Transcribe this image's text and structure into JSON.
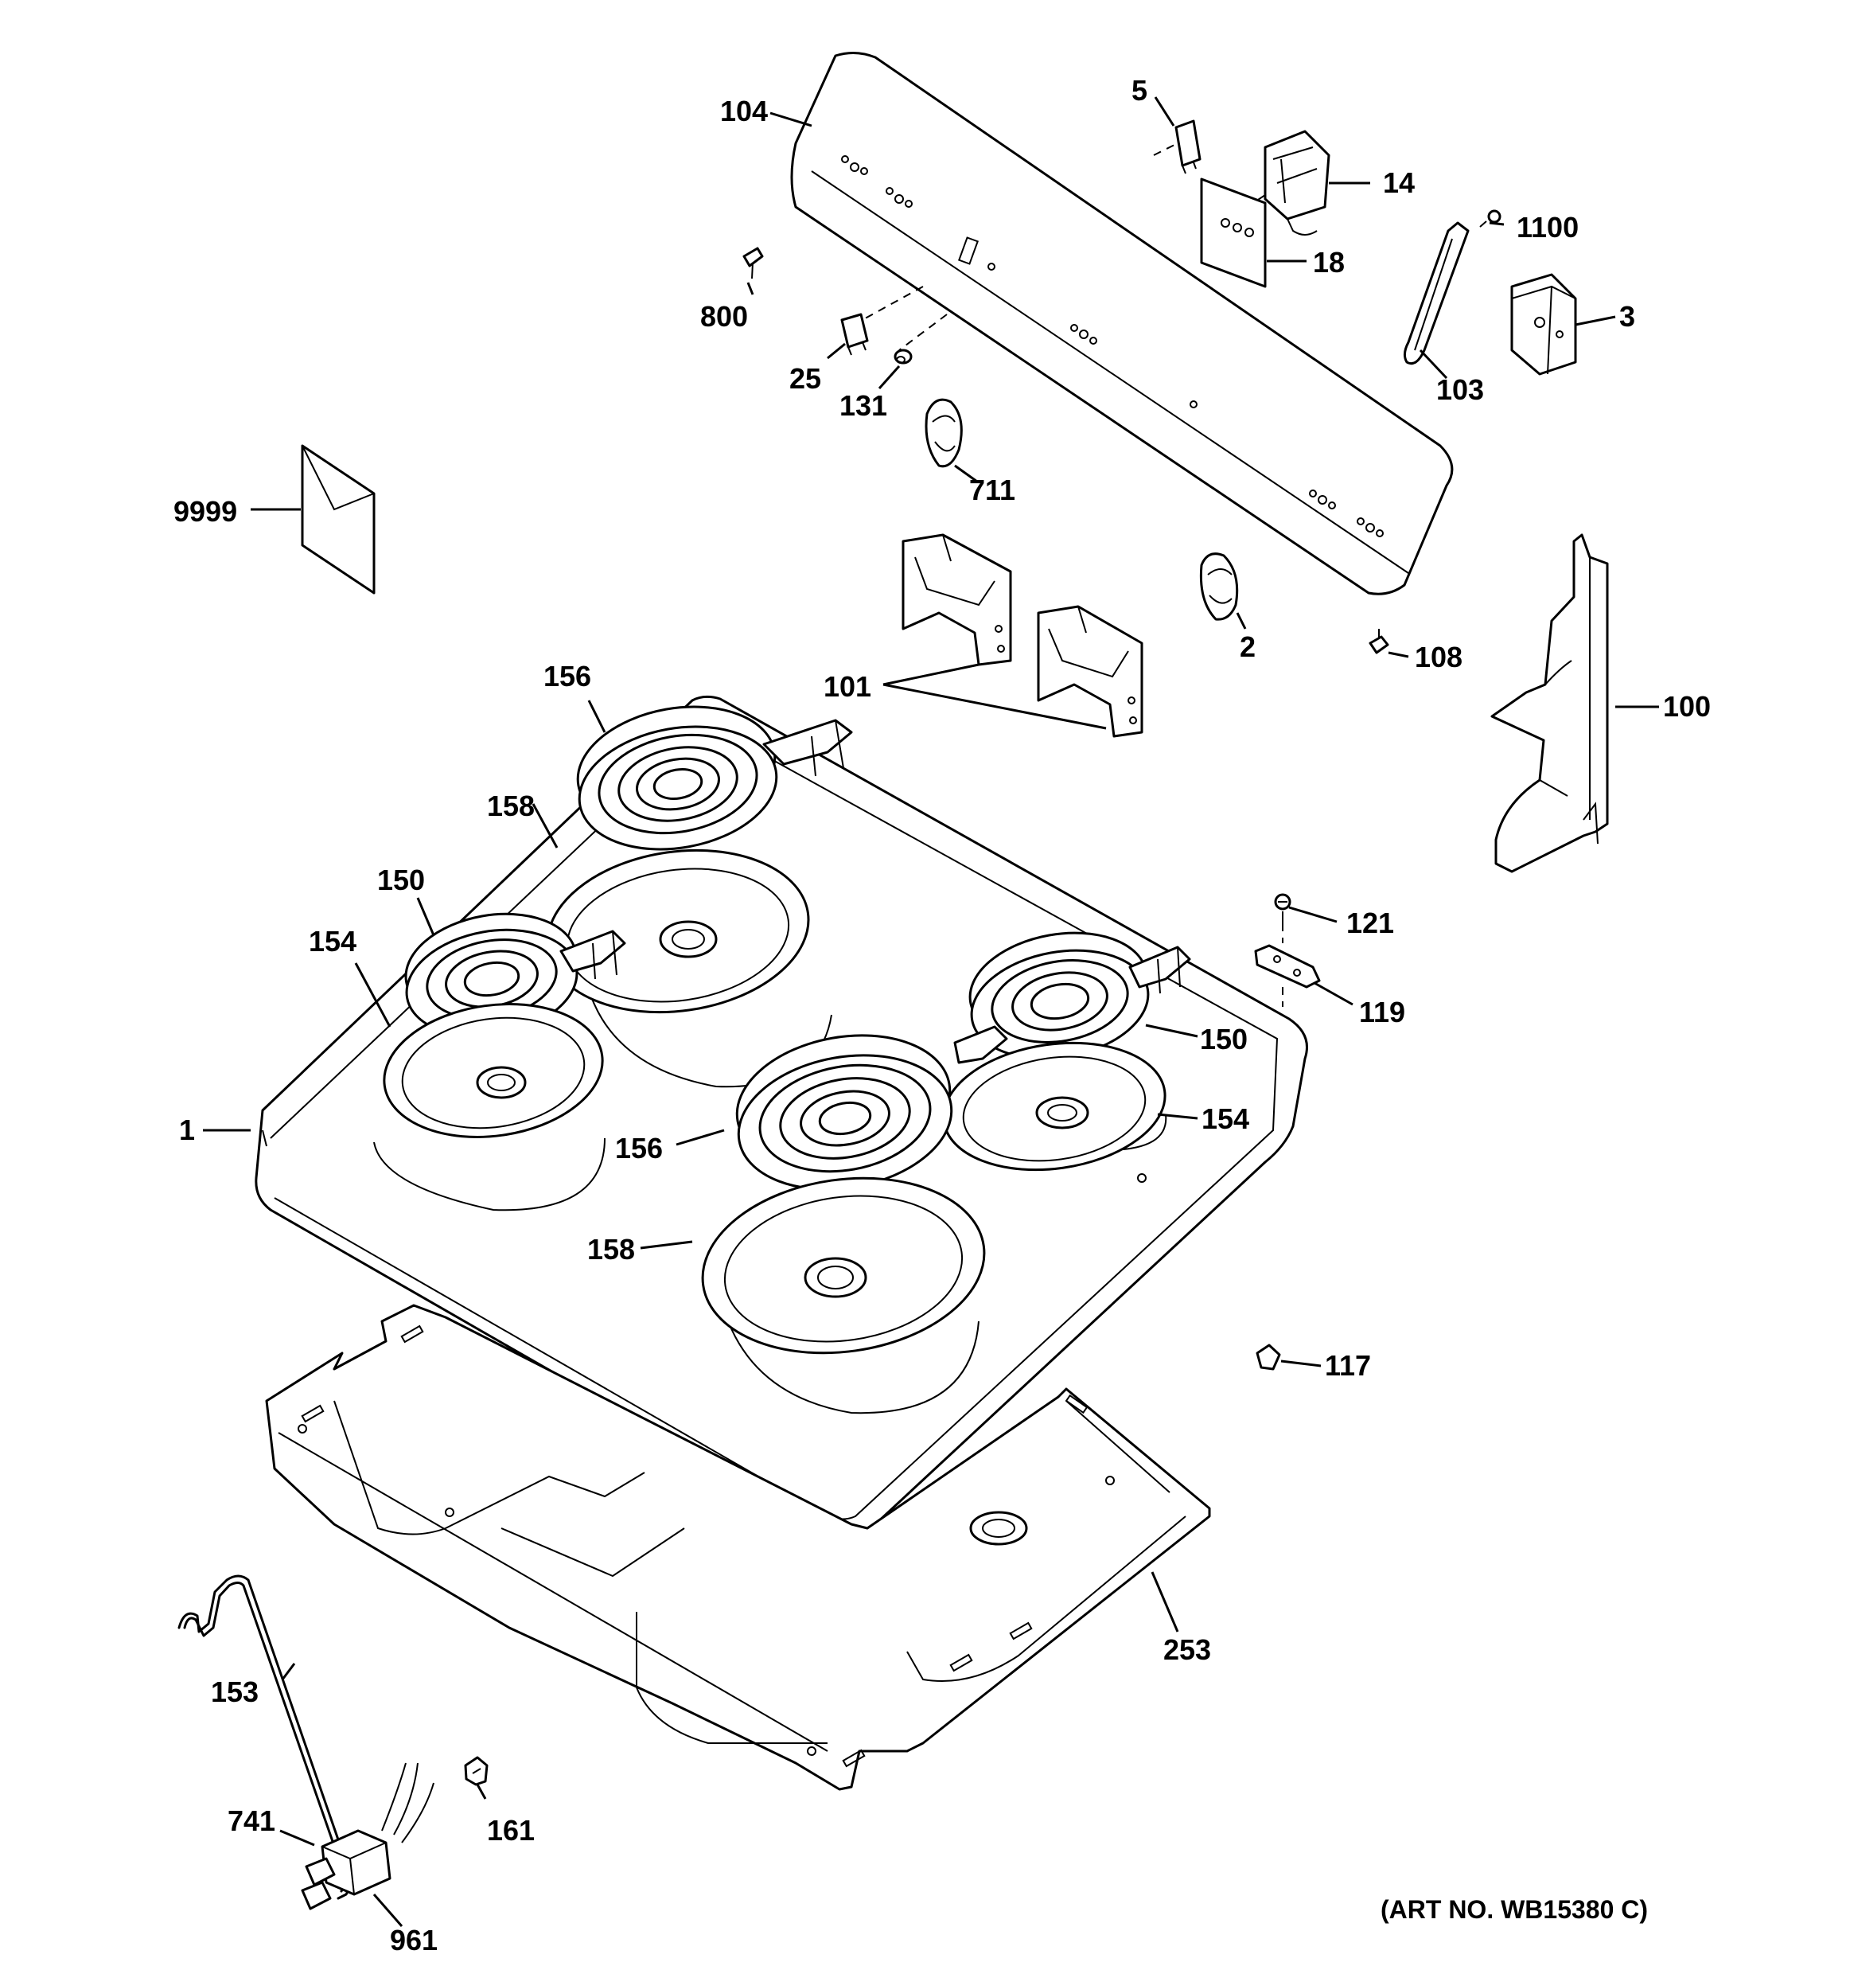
{
  "diagram": {
    "art_number": "(ART NO. WB15380 C)",
    "callouts": [
      {
        "id": "c104",
        "label": "104"
      },
      {
        "id": "c5",
        "label": "5"
      },
      {
        "id": "c14",
        "label": "14"
      },
      {
        "id": "c1100",
        "label": "1100"
      },
      {
        "id": "c18",
        "label": "18"
      },
      {
        "id": "c800",
        "label": "800"
      },
      {
        "id": "c3",
        "label": "3"
      },
      {
        "id": "c103",
        "label": "103"
      },
      {
        "id": "c25",
        "label": "25"
      },
      {
        "id": "c131",
        "label": "131"
      },
      {
        "id": "c711",
        "label": "711"
      },
      {
        "id": "c9999",
        "label": "9999"
      },
      {
        "id": "c2",
        "label": "2"
      },
      {
        "id": "c108",
        "label": "108"
      },
      {
        "id": "c156a",
        "label": "156"
      },
      {
        "id": "c101",
        "label": "101"
      },
      {
        "id": "c100",
        "label": "100"
      },
      {
        "id": "c158a",
        "label": "158"
      },
      {
        "id": "c150a",
        "label": "150"
      },
      {
        "id": "c154a",
        "label": "154"
      },
      {
        "id": "c121",
        "label": "121"
      },
      {
        "id": "c119",
        "label": "119"
      },
      {
        "id": "c150b",
        "label": "150"
      },
      {
        "id": "c1",
        "label": "1"
      },
      {
        "id": "c154b",
        "label": "154"
      },
      {
        "id": "c156b",
        "label": "156"
      },
      {
        "id": "c158b",
        "label": "158"
      },
      {
        "id": "c117",
        "label": "117"
      },
      {
        "id": "c253",
        "label": "253"
      },
      {
        "id": "c153",
        "label": "153"
      },
      {
        "id": "c741",
        "label": "741"
      },
      {
        "id": "c161",
        "label": "161"
      },
      {
        "id": "c961",
        "label": "961"
      }
    ]
  }
}
